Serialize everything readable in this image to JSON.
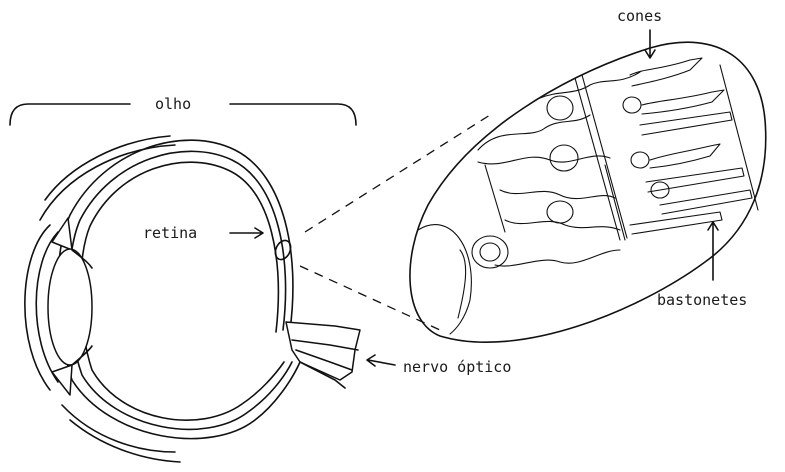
{
  "labels": {
    "eye": "olho",
    "retina": "retina",
    "optic_nerve": "nervo óptico",
    "cones": "cones",
    "rods": "bastonetes"
  }
}
